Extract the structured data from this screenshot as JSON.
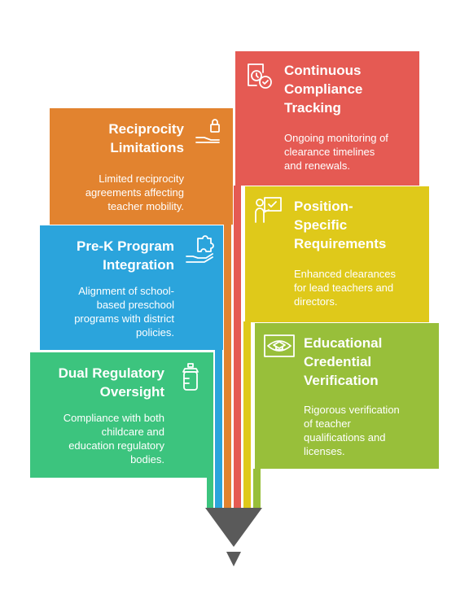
{
  "colors": {
    "green": "#3cc47e",
    "blue": "#2ba4dc",
    "orange": "#e2832f",
    "red": "#e55a53",
    "yellow": "#dfc91a",
    "lime": "#98bf3a",
    "tip": "#555555"
  },
  "cards": {
    "reciprocity": {
      "title_line1": "Reciprocity",
      "title_line2": "Limitations",
      "desc_line1": "Limited reciprocity",
      "desc_line2": "agreements affecting",
      "desc_line3": "teacher mobility.",
      "icon": "lock-hand-icon"
    },
    "prek": {
      "title_line1": "Pre-K Program",
      "title_line2": "Integration",
      "desc_line1": "Alignment of school-",
      "desc_line2": "based preschool",
      "desc_line3": "programs with district",
      "desc_line4": "policies.",
      "icon": "puzzle-hand-icon"
    },
    "dual": {
      "title_line1": "Dual Regulatory",
      "title_line2": "Oversight",
      "desc_line1": "Compliance with both",
      "desc_line2": "childcare and",
      "desc_line3": "education regulatory",
      "desc_line4": "bodies.",
      "icon": "baby-bottle-icon"
    },
    "continuous": {
      "title_line1": "Continuous",
      "title_line2": "Compliance",
      "title_line3": "Tracking",
      "desc_line1": "Ongoing monitoring of",
      "desc_line2": "clearance timelines",
      "desc_line3": "and renewals.",
      "icon": "clock-check-icon"
    },
    "position": {
      "title_line1": "Position-",
      "title_line2": "Specific",
      "title_line3": "Requirements",
      "desc_line1": "Enhanced clearances",
      "desc_line2": "for lead teachers and",
      "desc_line3": "directors.",
      "icon": "teacher-board-icon"
    },
    "educational": {
      "title_line1": "Educational",
      "title_line2": "Credential",
      "title_line3": "Verification",
      "desc_line1": "Rigorous verification",
      "desc_line2": "of teacher",
      "desc_line3": "qualifications and",
      "desc_line4": "licenses.",
      "icon": "eye-mortarboard-icon"
    }
  }
}
